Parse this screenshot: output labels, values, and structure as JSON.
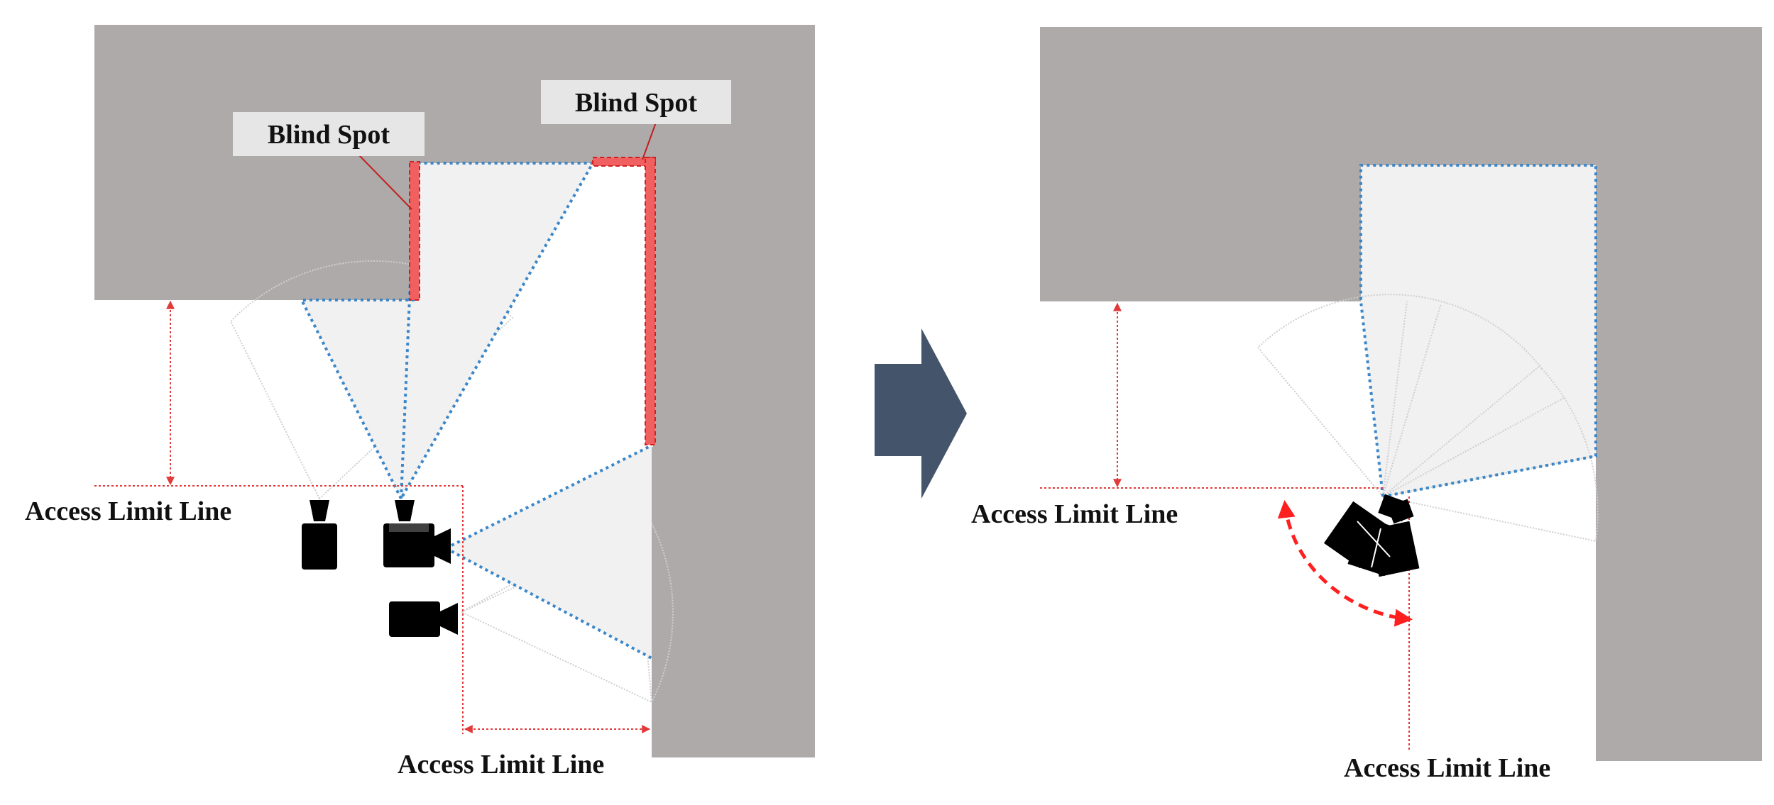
{
  "labels": {
    "blind_spot_1": "Blind Spot",
    "blind_spot_2": "Blind Spot",
    "access_limit_left_horizontal": "Access Limit Line",
    "access_limit_left_vertical": "Access Limit Line",
    "access_limit_right_horizontal": "Access Limit Line",
    "access_limit_right_vertical": "Access Limit Line"
  },
  "colors": {
    "wall": "#aeaaaa",
    "coverage_fill": "#f1f1f1",
    "coverage_outline": "#3a86c8",
    "limit_line": "#e23a3a",
    "blind_spot": "#f06060",
    "arrow": "#44546a",
    "camera": "#000000",
    "label_box": "#e6e6e6"
  },
  "icons": {
    "left_cameras": [
      "camera-top-view-icon",
      "camera-rotating-icon",
      "camera-side-icon"
    ],
    "right_camera": "multi-sensor-camera-icon",
    "transition": "right-arrow-icon"
  }
}
